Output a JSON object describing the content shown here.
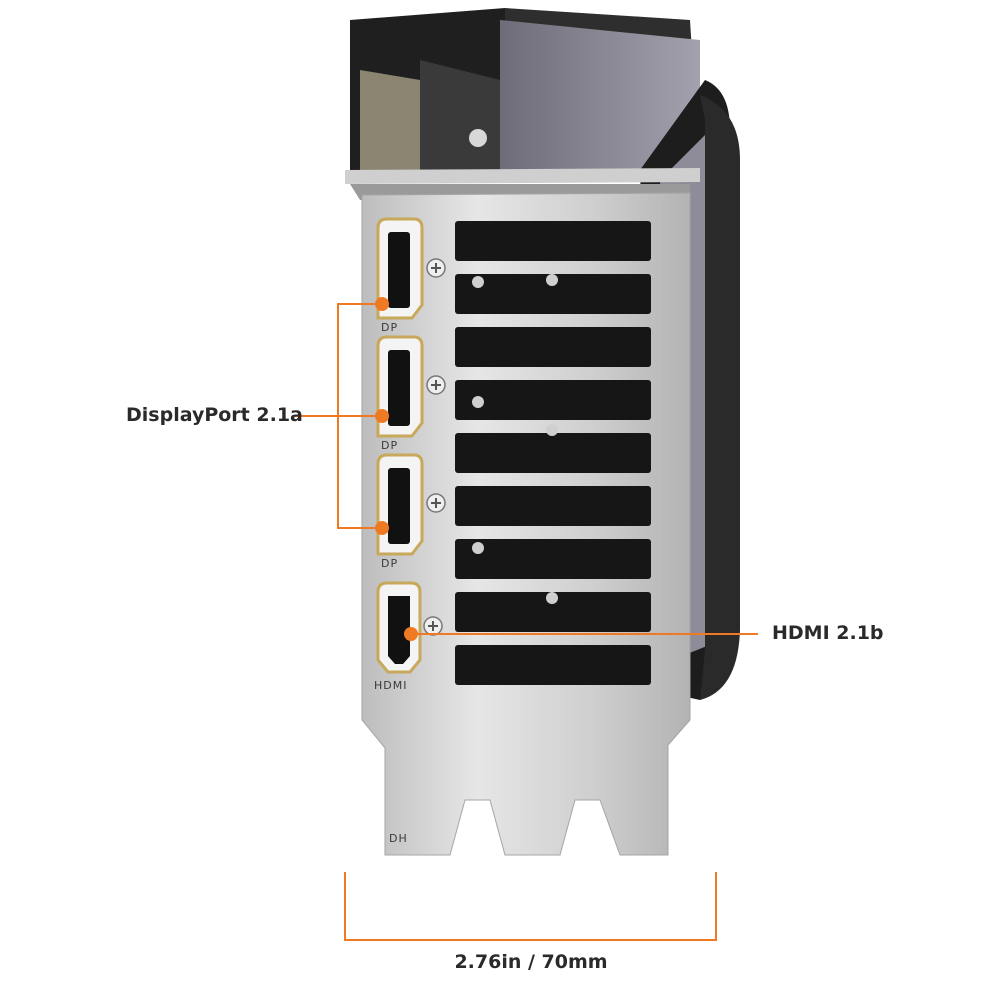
{
  "callouts": {
    "displayport": "DisplayPort 2.1a",
    "hdmi": "HDMI 2.1b"
  },
  "dimension": {
    "width": "2.76in / 70mm"
  },
  "port_markings": {
    "dp": "DP",
    "hdmi": "HDMI",
    "bracket_mark": "DH"
  },
  "colors": {
    "accent": "#f07a24",
    "bracket": "#d4d4d4",
    "card_body": "#2b2b2b",
    "shroud": "#8a8894",
    "port_gold": "#c8a85a"
  },
  "icons": [
    "screw-icon"
  ]
}
